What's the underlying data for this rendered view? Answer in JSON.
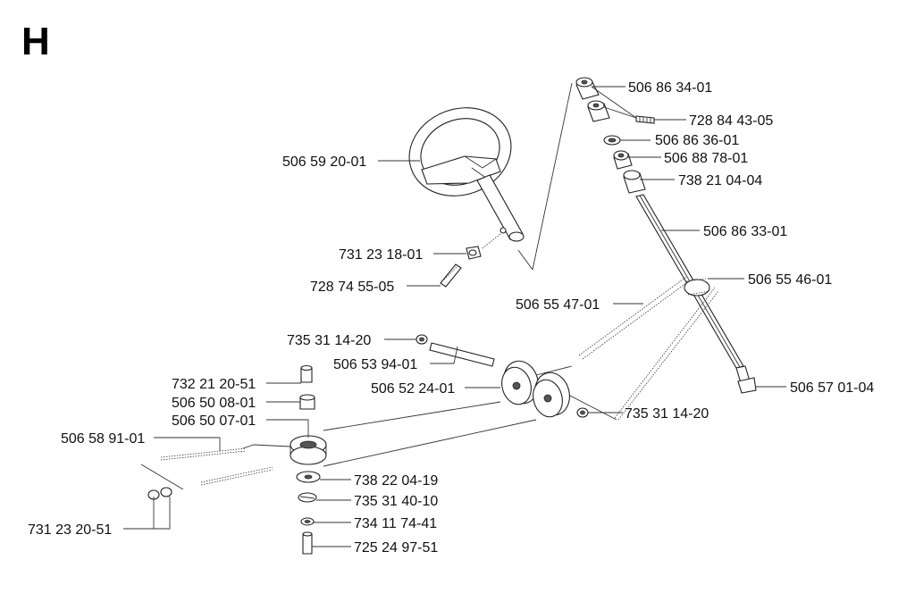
{
  "section_letter": "H",
  "parts": {
    "p1": "506 86 34-01",
    "p2": "728 84 43-05",
    "p3": "506 86 36-01",
    "p4": "506 88 78-01",
    "p5": "738 21 04-04",
    "p6": "506 59 20-01",
    "p7": "506 86 33-01",
    "p8": "731 23 18-01",
    "p9": "506 55 46-01",
    "p10": "728 74 55-05",
    "p11": "506 55 47-01",
    "p12": "735 31 14-20",
    "p13": "506 53 94-01",
    "p14": "506 52 24-01",
    "p15": "506 57 01-04",
    "p16": "732 21 20-51",
    "p17": "735 31 14-20",
    "p18": "506 50 08-01",
    "p19": "506 50 07-01",
    "p20": "506 58 91-01",
    "p21": "738 22 04-19",
    "p22": "735 31 40-10",
    "p23": "734 11 74-41",
    "p24": "731 23 20-51",
    "p25": "725 24 97-51"
  }
}
